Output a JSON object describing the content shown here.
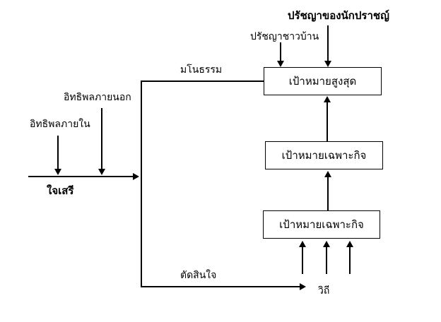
{
  "diagram": {
    "type": "flow-diagram",
    "colors": {
      "background": "#ffffff",
      "line": "#000000",
      "text": "#000000"
    },
    "title": "ปรัชญาของนักปราชญ์",
    "labels": {
      "folk_philosophy": "ปรัชญาชาวบ้าน",
      "conscience": "มโนธรรม",
      "external_influence": "อิทธิพลภายนอก",
      "internal_influence": "อิทธิพลภายใน",
      "free_will": "ใจเสรี",
      "decision": "ตัดสินใจ",
      "method": "วิถี"
    },
    "boxes": {
      "supreme_goal": "เป้าหมายสูงสุด",
      "specific_goal_mid": "เป้าหมายเฉพาะกิจ",
      "specific_goal_bottom": "เป้าหมายเฉพาะกิจ"
    },
    "edges": [
      {
        "from": "ปรัชญาของนักปราชญ์",
        "to": "เป้าหมายสูงสุด",
        "direction": "down"
      },
      {
        "from": "ปรัชญาชาวบ้าน",
        "to": "เป้าหมายสูงสุด",
        "direction": "down"
      },
      {
        "from": "เป้าหมายเฉพาะกิจ (กลาง)",
        "to": "เป้าหมายสูงสุด",
        "direction": "up"
      },
      {
        "from": "เป้าหมายเฉพาะกิจ (ล่าง)",
        "to": "เป้าหมายเฉพาะกิจ (กลาง)",
        "direction": "up"
      },
      {
        "from": "วิถี",
        "to": "เป้าหมายเฉพาะกิจ (ล่าง)",
        "direction": "up",
        "count": 3
      },
      {
        "from": "ใจเสรี",
        "to": "มโนธรรม → เป้าหมายสูงสุด",
        "label": "มโนธรรม"
      },
      {
        "from": "ใจเสรี",
        "to": "ตัดสินใจ → วิถี",
        "label": "ตัดสินใจ"
      },
      {
        "from": "อิทธิพลภายนอก",
        "to": "ใจเสรี",
        "direction": "down"
      },
      {
        "from": "อิทธิพลภายใน",
        "to": "ใจเสรี",
        "direction": "down"
      }
    ]
  }
}
